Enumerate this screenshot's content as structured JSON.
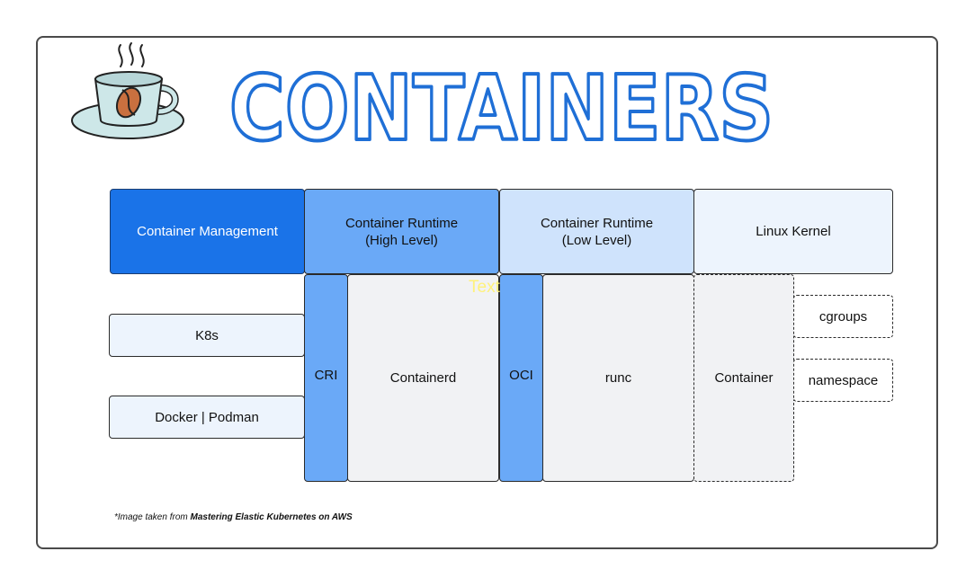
{
  "title": "CONTAINERS",
  "header": {
    "management": "Container Management",
    "runtime_high": {
      "line1": "Container Runtime",
      "line2": "(High Level)"
    },
    "runtime_low": {
      "line1": "Container Runtime",
      "line2": "(Low Level)"
    },
    "kernel": "Linux Kernel"
  },
  "management_tools": [
    "K8s",
    "Docker | Podman"
  ],
  "interfaces": {
    "cri": "CRI",
    "oci": "OCI"
  },
  "runtimes": {
    "high": "Containerd",
    "low": "runc"
  },
  "kernel_parts": {
    "container": "Container",
    "features": [
      "cgroups",
      "namespace"
    ]
  },
  "overlay_text": "Text",
  "footnote": {
    "prefix": "*Image taken from ",
    "source": "Mastering Elastic Kubernetes on AWS"
  },
  "colors": {
    "dark_blue": "#1a73e8",
    "mid_blue": "#6aa9f7",
    "light_blue": "#cfe3fc",
    "pale_blue": "#edf4fd",
    "gray": "#f1f2f4",
    "title_stroke": "#1f6fd6"
  }
}
